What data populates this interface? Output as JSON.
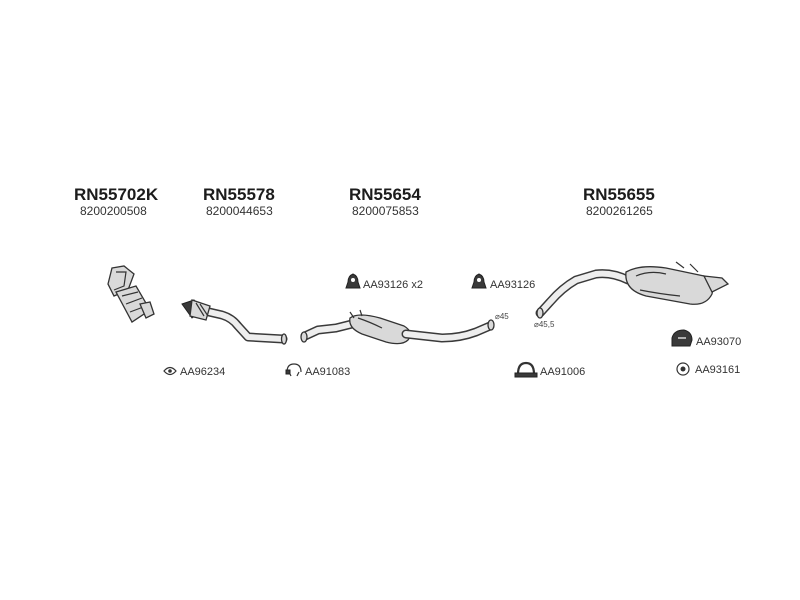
{
  "parts": [
    {
      "part_number": "RN55702K",
      "oem_number": "8200200508"
    },
    {
      "part_number": "RN55578",
      "oem_number": "8200044653"
    },
    {
      "part_number": "RN55654",
      "oem_number": "8200075853"
    },
    {
      "part_number": "RN55655",
      "oem_number": "8200261265"
    }
  ],
  "accessories": {
    "hanger_left": "AA93126 x2",
    "hanger_right": "AA93126",
    "gasket": "AA96234",
    "clamp_spring": "AA91083",
    "clamp_u": "AA91006",
    "rubber_mount": "AA93070",
    "ring": "AA93161"
  },
  "diameters": {
    "pipe_a": "⌀45",
    "pipe_b": "⌀45,5"
  }
}
